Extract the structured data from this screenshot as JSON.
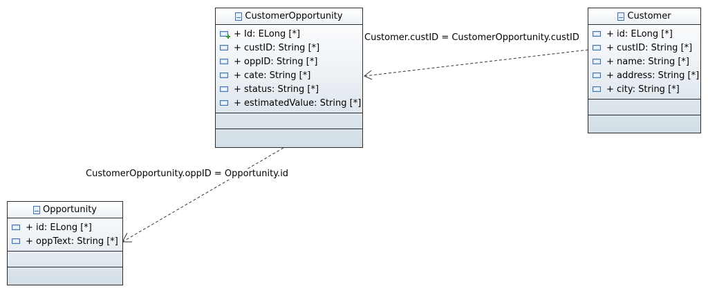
{
  "classes": {
    "customer_opportunity": {
      "name": "CustomerOpportunity",
      "attributes": [
        {
          "label": "+ Id: ELong [*]",
          "icon": "attribute-id-icon"
        },
        {
          "label": "+ custID: String [*]",
          "icon": "attribute-icon"
        },
        {
          "label": "+ oppID: String [*]",
          "icon": "attribute-icon"
        },
        {
          "label": "+ cate: String [*]",
          "icon": "attribute-icon"
        },
        {
          "label": "+ status: String [*]",
          "icon": "attribute-icon"
        },
        {
          "label": "+ estimatedValue: String [*]",
          "icon": "attribute-icon"
        }
      ]
    },
    "customer": {
      "name": "Customer",
      "attributes": [
        {
          "label": "+ id: ELong [*]",
          "icon": "attribute-icon"
        },
        {
          "label": "+ custID: String [*]",
          "icon": "attribute-icon"
        },
        {
          "label": "+ name: String [*]",
          "icon": "attribute-icon"
        },
        {
          "label": "+ address: String [*]",
          "icon": "attribute-icon"
        },
        {
          "label": "+ city: String [*]",
          "icon": "attribute-icon"
        }
      ]
    },
    "opportunity": {
      "name": "Opportunity",
      "attributes": [
        {
          "label": "+ id: ELong [*]",
          "icon": "attribute-icon"
        },
        {
          "label": "+ oppText: String [*]",
          "icon": "attribute-icon"
        }
      ]
    }
  },
  "relations": {
    "customer_to_customer_opportunity": {
      "label": "Customer.custID = CustomerOpportunity.custID",
      "style": "dashed-open-arrow"
    },
    "customer_opportunity_to_opportunity": {
      "label": "CustomerOpportunity.oppID = Opportunity.id",
      "style": "dashed-open-arrow"
    }
  },
  "colors": {
    "border": "#2b2b2b",
    "icon_blue": "#3b6fb0",
    "id_marker_green": "#2e9b2e",
    "class_gradient_bottom": "#d2dde5"
  }
}
